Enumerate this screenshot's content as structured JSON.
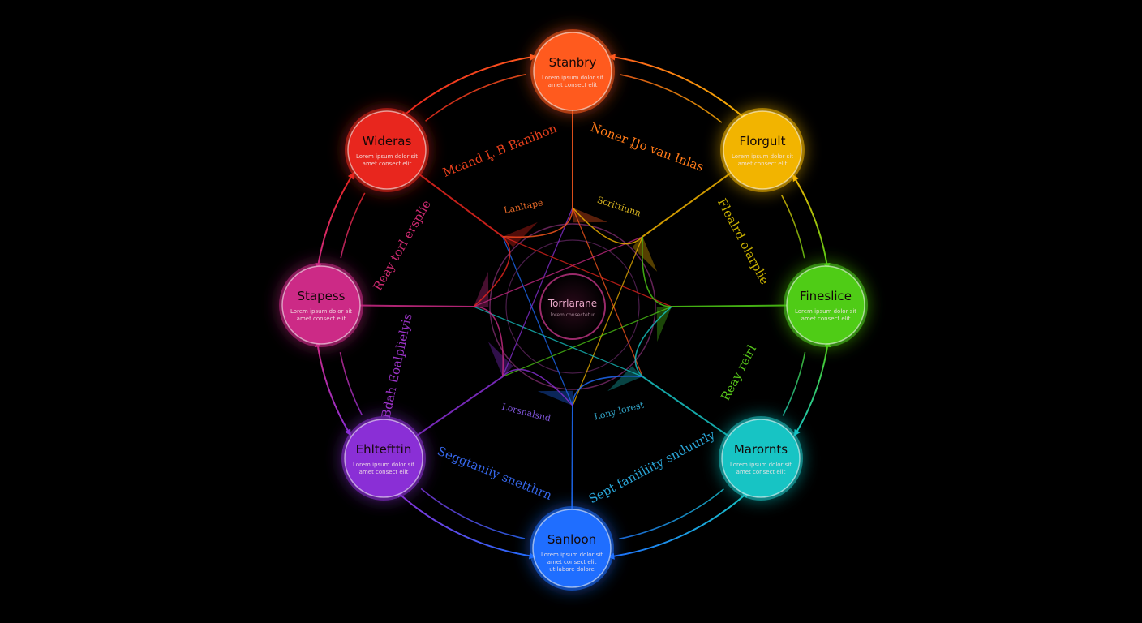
{
  "nodes": [
    {
      "title": "Stanbry",
      "lines": [
        "Lorem ipsum dolor sit",
        "amet consect elit"
      ],
      "color": "#ff5a1e"
    },
    {
      "title": "Florgult",
      "lines": [
        "Lorem ipsum dolor sit",
        "amet consect elit"
      ],
      "color": "#f2b400"
    },
    {
      "title": "Fineslice",
      "lines": [
        "Lorem ipsum dolor sit",
        "amet consect elit"
      ],
      "color": "#4fcc16"
    },
    {
      "title": "Marornts",
      "lines": [
        "Lorem ipsum dolor sit",
        "amet consect elit"
      ],
      "color": "#17c4c4"
    },
    {
      "title": "Sanloon",
      "lines": [
        "Lorem ipsum dolor sit",
        "amet consect elit",
        "ut labore dolore"
      ],
      "color": "#1f6eff"
    },
    {
      "title": "Ehltefttin",
      "lines": [
        "Lorem ipsum dolor sit",
        "amet consect elit"
      ],
      "color": "#8a2fd6"
    },
    {
      "title": "Stapess",
      "lines": [
        "Lorem ipsum dolor sit",
        "amet consect elit"
      ],
      "color": "#cc2a86"
    },
    {
      "title": "Wideras",
      "lines": [
        "Lorem ipsum dolor sit",
        "amet consect elit"
      ],
      "color": "#e8261e"
    }
  ],
  "center": {
    "title": "Torrlarane",
    "subtitle": "lorem consectetur"
  },
  "edge_labels": [
    {
      "text": "Mcand L̥ B Banihon",
      "color": "#e8401c"
    },
    {
      "text": "Noner I̥Jo van Inlas",
      "color": "#ff7a18"
    },
    {
      "text": "Flealrd olarplie",
      "color": "#c8b000"
    },
    {
      "text": "Reay reirl",
      "color": "#56c41a"
    },
    {
      "text": "Sept faniiliity snduurly",
      "color": "#2aa6d8"
    },
    {
      "text": "Seggtaniiy snetthrn",
      "color": "#3566e8"
    },
    {
      "text": "Bdah Eoalplielyis",
      "color": "#9c34c8"
    },
    {
      "text": "Reay torl ersplie",
      "color": "#cc2a70"
    }
  ],
  "inner_labels": [
    {
      "text": "Lanltape",
      "color": "#e86a28"
    },
    {
      "text": "Scrittiunn",
      "color": "#d8b420"
    },
    {
      "text": "Lony lorest",
      "color": "#33a8cc"
    },
    {
      "text": "Lorsnalsnd",
      "color": "#7e54d8"
    }
  ]
}
